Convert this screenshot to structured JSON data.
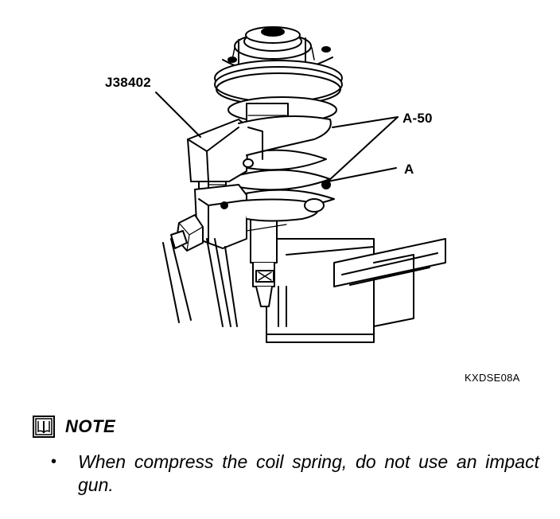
{
  "figure": {
    "callouts": {
      "tool": "J38402",
      "adapter": "A-50",
      "part": "A"
    },
    "code": "KXDSE08A"
  },
  "note": {
    "icon": "note-book-icon",
    "title": "NOTE",
    "items": [
      {
        "bullet": "•",
        "text": "When compress the coil spring, do not use an impact gun."
      }
    ]
  }
}
